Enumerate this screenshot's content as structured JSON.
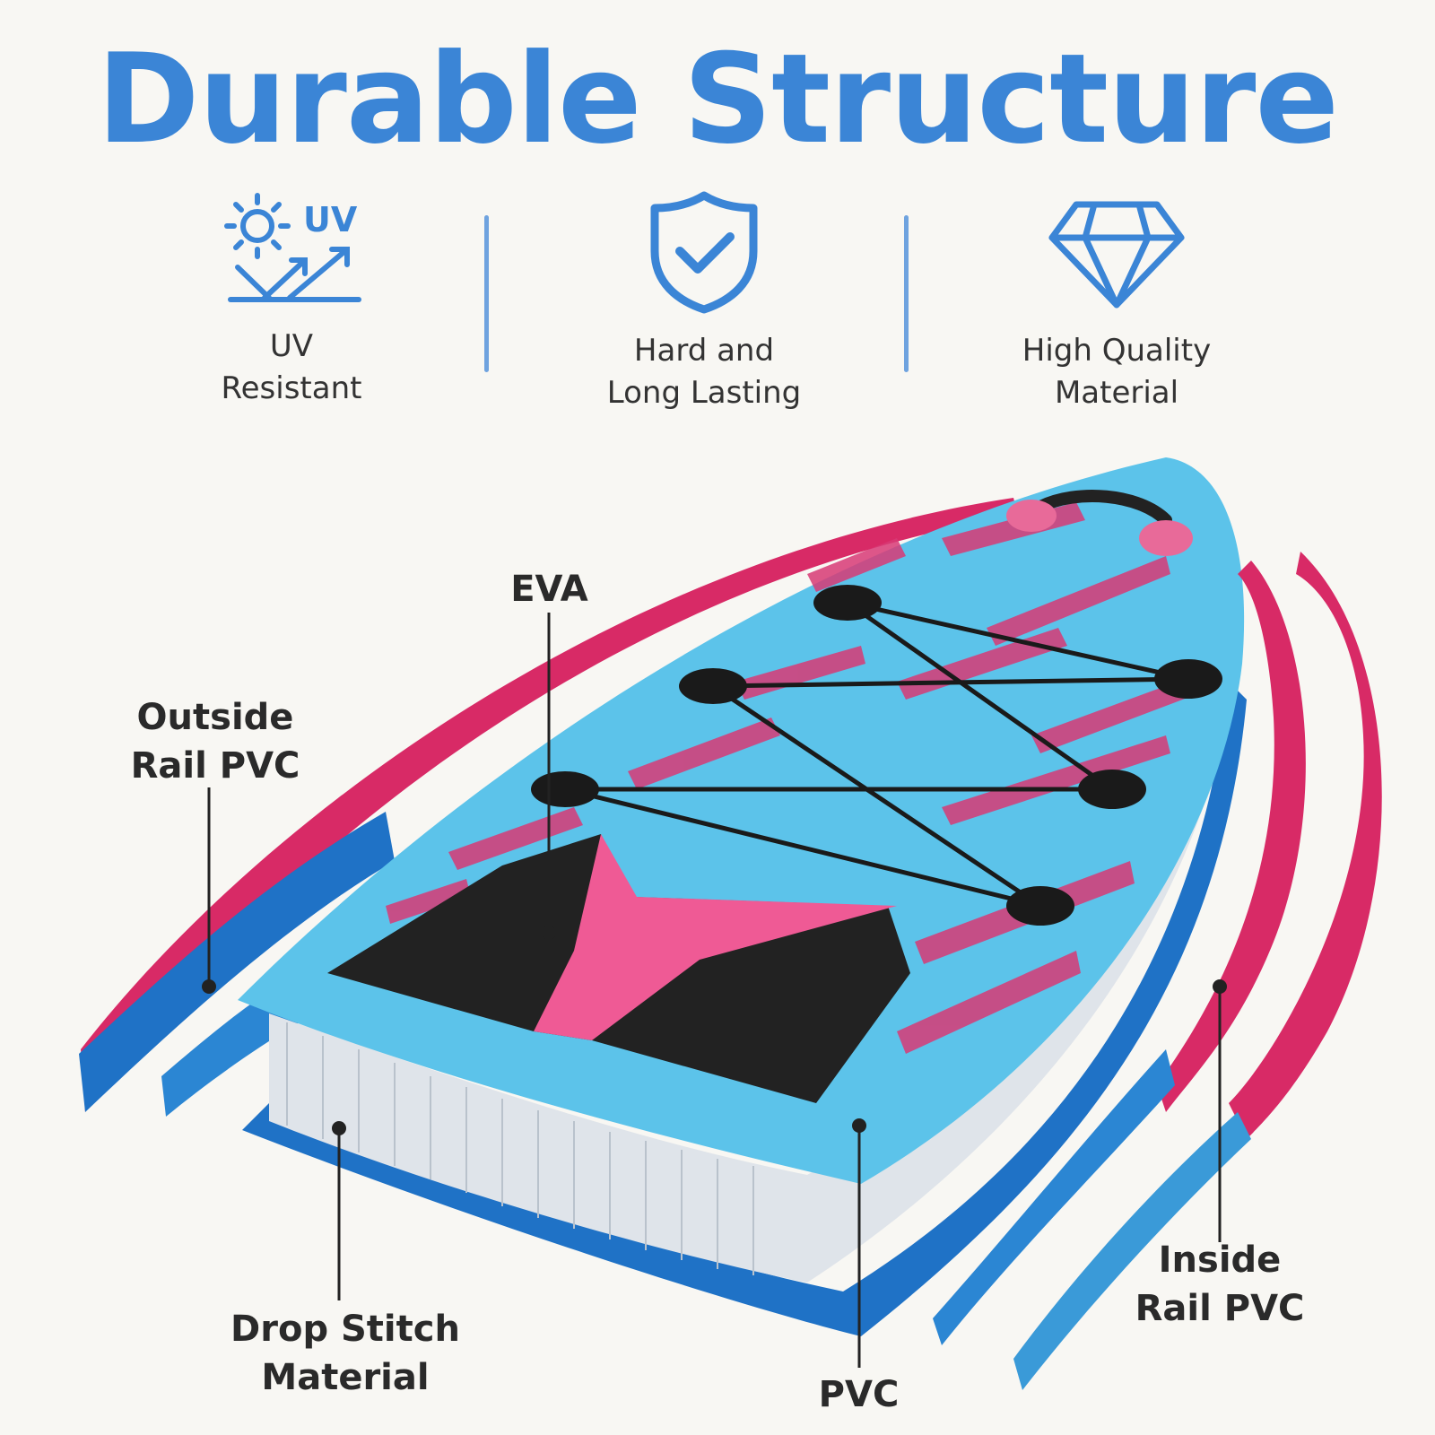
{
  "title": "Durable Structure",
  "features": [
    {
      "icon": "uv-sun-icon",
      "icon_text": "UV",
      "line1": "UV",
      "line2": "Resistant"
    },
    {
      "icon": "shield-check-icon",
      "line1": "Hard and",
      "line2": "Long Lasting"
    },
    {
      "icon": "diamond-icon",
      "line1": "High Quality",
      "line2": "Material"
    }
  ],
  "callouts": {
    "eva": "EVA",
    "outside_rail_1": "Outside",
    "outside_rail_2": "Rail PVC",
    "drop_stitch": "Drop Stitch Material",
    "pvc": "PVC",
    "inside_rail_1": "Inside",
    "inside_rail_2": "Rail PVC"
  },
  "colors": {
    "accent": "#3b85d6",
    "board_blue": "#4fb8e6",
    "pink": "#e0336f",
    "deep_blue": "#1f72c6"
  }
}
